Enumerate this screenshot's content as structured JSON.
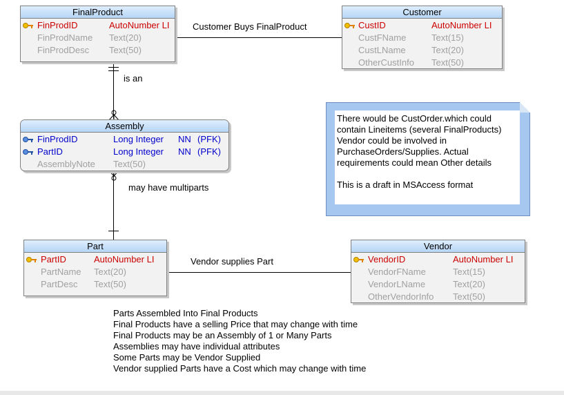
{
  "entities": {
    "finalproduct": {
      "title": "FinalProduct",
      "fields": [
        {
          "name": "FinProdID",
          "type": "AutoNumber LI",
          "kind": "pk"
        },
        {
          "name": "FinProdName",
          "type": "Text(20)",
          "kind": "plain"
        },
        {
          "name": "FinProdDesc",
          "type": "Text(50)",
          "kind": "plain"
        }
      ]
    },
    "customer": {
      "title": "Customer",
      "fields": [
        {
          "name": "CustID",
          "type": "AutoNumber LI",
          "kind": "pk"
        },
        {
          "name": "CustFName",
          "type": "Text(15)",
          "kind": "plain"
        },
        {
          "name": "CustLName",
          "type": "Text(20)",
          "kind": "plain"
        },
        {
          "name": "OtherCustInfo",
          "type": "Text(50)",
          "kind": "plain"
        }
      ]
    },
    "assembly": {
      "title": "Assembly",
      "fields": [
        {
          "name": "FinProdID",
          "type": "Long Integer",
          "nn": "NN",
          "pfk": "(PFK)",
          "kind": "fk"
        },
        {
          "name": "PartID",
          "type": "Long Integer",
          "nn": "NN",
          "pfk": "(PFK)",
          "kind": "fk"
        },
        {
          "name": "AssemblyNote",
          "type": "Text(50)",
          "kind": "plain"
        }
      ]
    },
    "part": {
      "title": "Part",
      "fields": [
        {
          "name": "PartID",
          "type": "AutoNumber LI",
          "kind": "pk"
        },
        {
          "name": "PartName",
          "type": "Text(20)",
          "kind": "plain"
        },
        {
          "name": "PartDesc",
          "type": "Text(50)",
          "kind": "plain"
        }
      ]
    },
    "vendor": {
      "title": "Vendor",
      "fields": [
        {
          "name": "VendorID",
          "type": "AutoNumber LI",
          "kind": "pk"
        },
        {
          "name": "VendorFName",
          "type": "Text(15)",
          "kind": "plain"
        },
        {
          "name": "VendorLName",
          "type": "Text(20)",
          "kind": "plain"
        },
        {
          "name": "OtherVendorInfo",
          "type": "Text(50)",
          "kind": "plain"
        }
      ]
    }
  },
  "relationships": {
    "customer_buys": "Customer Buys FinalProduct",
    "is_an": "is an",
    "may_have_multiparts": "may have multiparts",
    "vendor_supplies": "Vendor supplies Part"
  },
  "note": {
    "lines": [
      "There would be CustOrder.which could",
      "contain Lineitems (several FinalProducts)",
      "Vendor could be involved in",
      "PurchaseOrders/Supplies. Actual",
      "requirements could mean Other details",
      "",
      "This is a draft in MSAccess format"
    ]
  },
  "bottom_notes": [
    "Parts Assembled Into Final Products",
    "Final Products have a selling Price that may change with time",
    "Final Products may be an Assembly of 1 or Many Parts",
    "Assemblies may have individual attributes",
    "Some Parts may be Vendor Supplied",
    "Vendor supplied Parts have a Cost which may change with time"
  ],
  "colors": {
    "primary_key_text": "#cc0000",
    "foreign_key_text": "#0000cc",
    "attribute_text": "#a0a0a0",
    "title_bar": "#b5d5f5",
    "note_border": "#a6c8f0"
  }
}
